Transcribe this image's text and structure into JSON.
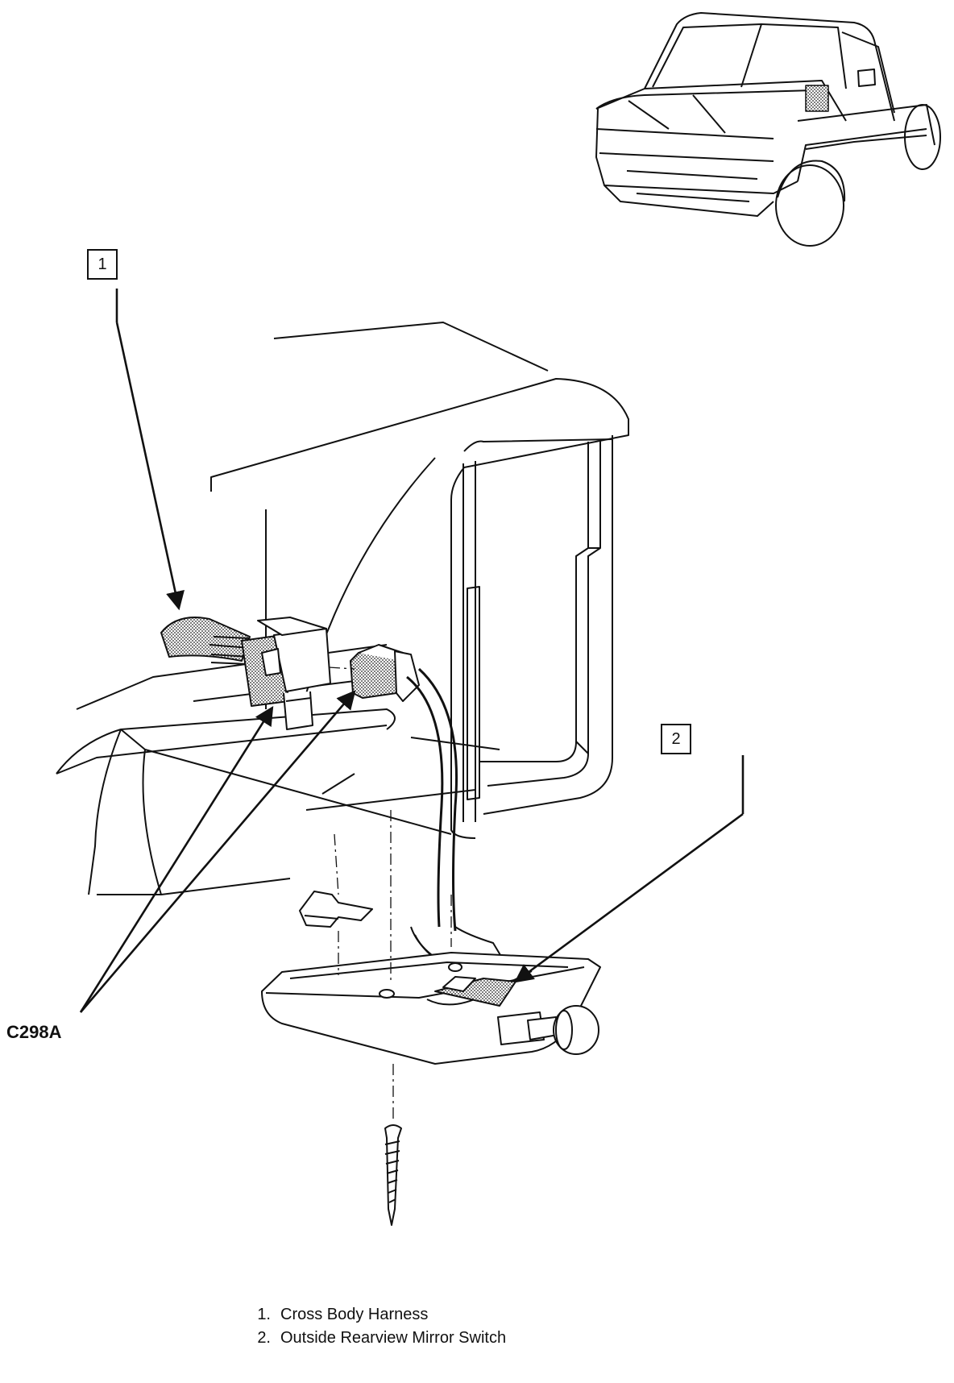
{
  "callouts": [
    {
      "number": "1"
    },
    {
      "number": "2"
    }
  ],
  "connector_label": "C298A",
  "legend": [
    {
      "number": "1.",
      "text": "Cross Body Harness"
    },
    {
      "number": "2.",
      "text": "Outside Rearview Mirror Switch"
    }
  ],
  "colors": {
    "line": "#111111",
    "background": "#ffffff"
  }
}
